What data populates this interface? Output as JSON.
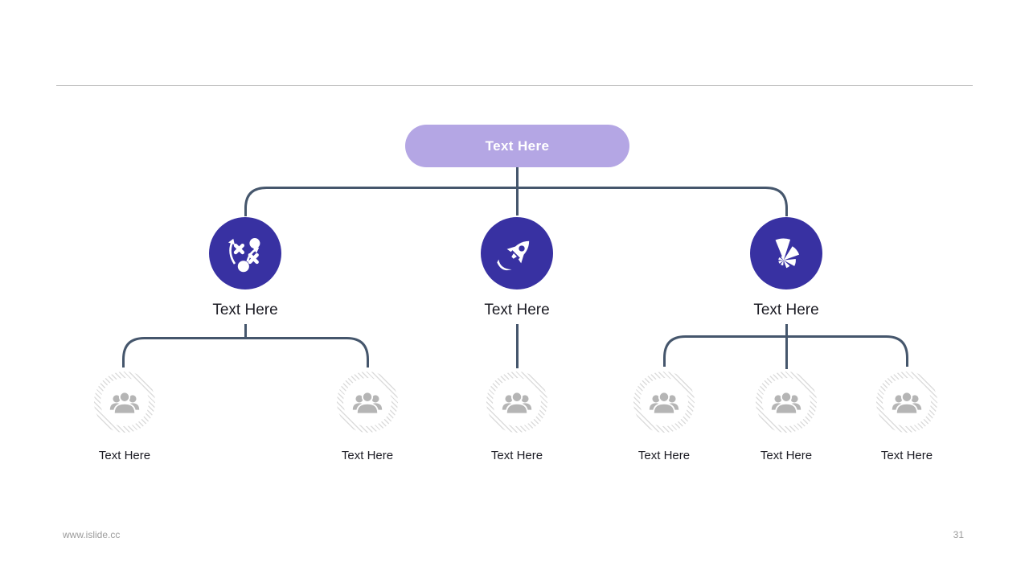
{
  "slide": {
    "root": {
      "label": "Text Here"
    },
    "branches": [
      {
        "label": "Text Here",
        "icon": "strategy-icon",
        "children": [
          {
            "label": "Text Here",
            "icon": "users-icon"
          },
          {
            "label": "Text Here",
            "icon": "users-icon"
          }
        ]
      },
      {
        "label": "Text Here",
        "icon": "rocket-icon",
        "children": [
          {
            "label": "Text Here",
            "icon": "users-icon"
          }
        ]
      },
      {
        "label": "Text Here",
        "icon": "fan-chart-icon",
        "children": [
          {
            "label": "Text Here",
            "icon": "users-icon"
          },
          {
            "label": "Text Here",
            "icon": "users-icon"
          },
          {
            "label": "Text Here",
            "icon": "users-icon"
          }
        ]
      }
    ],
    "footer": {
      "website": "www.islide.cc",
      "page_number": "31"
    },
    "colors": {
      "node_primary": "#3831a2",
      "root_pill": "#b4a6e4",
      "connector": "#45566c",
      "leaf_icon": "#b5b5b5",
      "leaf_hatch": "#dcdcdc",
      "label_text": "#1c1c24",
      "footer_text": "#9b9b9b",
      "divider": "#b9b9b9"
    }
  }
}
